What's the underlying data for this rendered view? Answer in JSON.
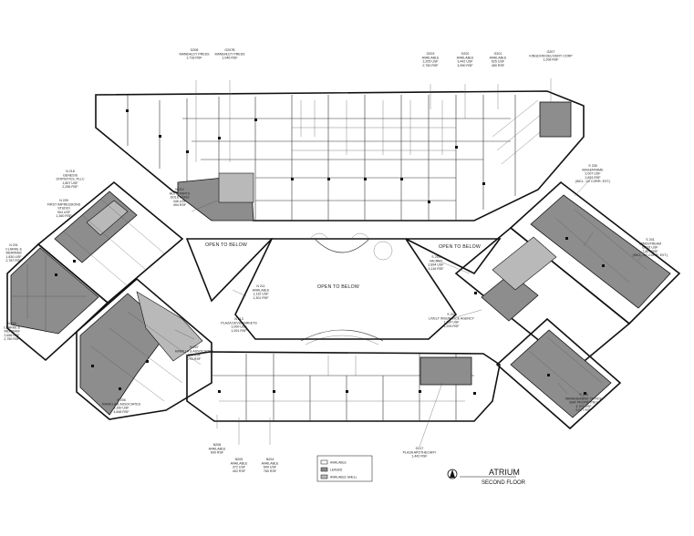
{
  "title": "ATRIUM",
  "subtitle": "SECOND FLOOR",
  "open_to_below": [
    "OPEN TO BELOW",
    "OPEN TO BELOW",
    "OPEN TO BELOW"
  ],
  "legend": [
    {
      "label": "AVAILABLE",
      "color": "#ffffff"
    },
    {
      "label": "LEASED",
      "color": "#8d8d8d"
    },
    {
      "label": "AVAILABLE SHELL",
      "color": "#b9b9b9"
    }
  ],
  "suites": [
    {
      "lines": [
        "G208",
        "MANEHLDY PRESS",
        "1,718 RSF"
      ]
    },
    {
      "lines": [
        "G207B",
        "MANEHLDY PRESS",
        "1,046 RSF"
      ]
    },
    {
      "lines": [
        "G203",
        "AVAILABLE",
        "2,205 USF",
        "2,750 RSF"
      ]
    },
    {
      "lines": [
        "G202",
        "AVAILABLE",
        "3,442 USF",
        "3,990 RSF"
      ]
    },
    {
      "lines": [
        "G201",
        "AVAILABLE",
        "625 USF",
        "450 RSF"
      ]
    },
    {
      "lines": [
        "G207",
        "KINGDOM DELIVERY CORP",
        "1,208 RSF"
      ]
    },
    {
      "lines": [
        "N 218",
        "GENESIS",
        "STATISTICS, PLLC",
        "1,807 USF",
        "2,256 RSF"
      ]
    },
    {
      "lines": [
        "N 209",
        "FIRST IMPRESSIONS",
        "STUDIO",
        "904 USF",
        "1,360 RSF"
      ]
    },
    {
      "lines": [
        "N 212",
        "AUTO PARTS",
        "SOLUTIONS",
        "346 USF",
        "494 RSF"
      ]
    },
    {
      "lines": [
        "N 201",
        "CLARKE &",
        "MERRIAM",
        "1,830 USF",
        "2,787 RSF"
      ]
    },
    {
      "lines": [
        "N 203",
        "CLARKE &",
        "MERRIAM",
        "2,656 USF",
        "2,750 RSF"
      ]
    },
    {
      "lines": [
        "N 211",
        "AVAILABLE",
        "1,132 USF",
        "1,301 RSF"
      ]
    },
    {
      "lines": [
        "N 213",
        "PLAZA DEVUMARKETS",
        "1,000 USF",
        "1,091 RSF"
      ]
    },
    {
      "lines": [
        "N 207",
        "RAMILLA & ASSOCIATES",
        "688 USF",
        "794 RSF"
      ]
    },
    {
      "lines": [
        "N 206",
        "RAMILLA & ASSOCIATES",
        "4,160 USF",
        "4,848 RSF"
      ]
    },
    {
      "lines": [
        "S 205",
        "MAGEFRAME",
        "2,007 USF",
        "2,893 RSF",
        "(INCL. 1/2 CORR. EXT.)"
      ]
    },
    {
      "lines": [
        "S 201",
        "MINDSTREAM",
        "6,521 USF",
        "7,327 RSF",
        "(INCL. 1/2 CORR. EXT.)"
      ]
    },
    {
      "lines": [
        "S 204",
        "VACANT",
        "2,894 USF",
        "3,116 RSF"
      ]
    },
    {
      "lines": [
        "S 202",
        "LIVELY INSURANCE AGENCY",
        "1,114 USF",
        "1,293 RSF"
      ]
    },
    {
      "lines": [
        "S 203",
        "MANAGEMENT OFFICE",
        "SHR PROPERTIES",
        "4,707 USF",
        "5,677 RSF"
      ]
    },
    {
      "lines": [
        "N208",
        "AVAILABLE",
        "690 RSF"
      ]
    },
    {
      "lines": [
        "N205",
        "AVAILABLE",
        "372 USF",
        "402 RSF"
      ]
    },
    {
      "lines": [
        "N204",
        "AVAILABLE",
        "640 USF",
        "760 RSF"
      ]
    },
    {
      "lines": [
        "G217",
        "PLAZA APOTHECARY",
        "1,442 RSF"
      ]
    }
  ]
}
